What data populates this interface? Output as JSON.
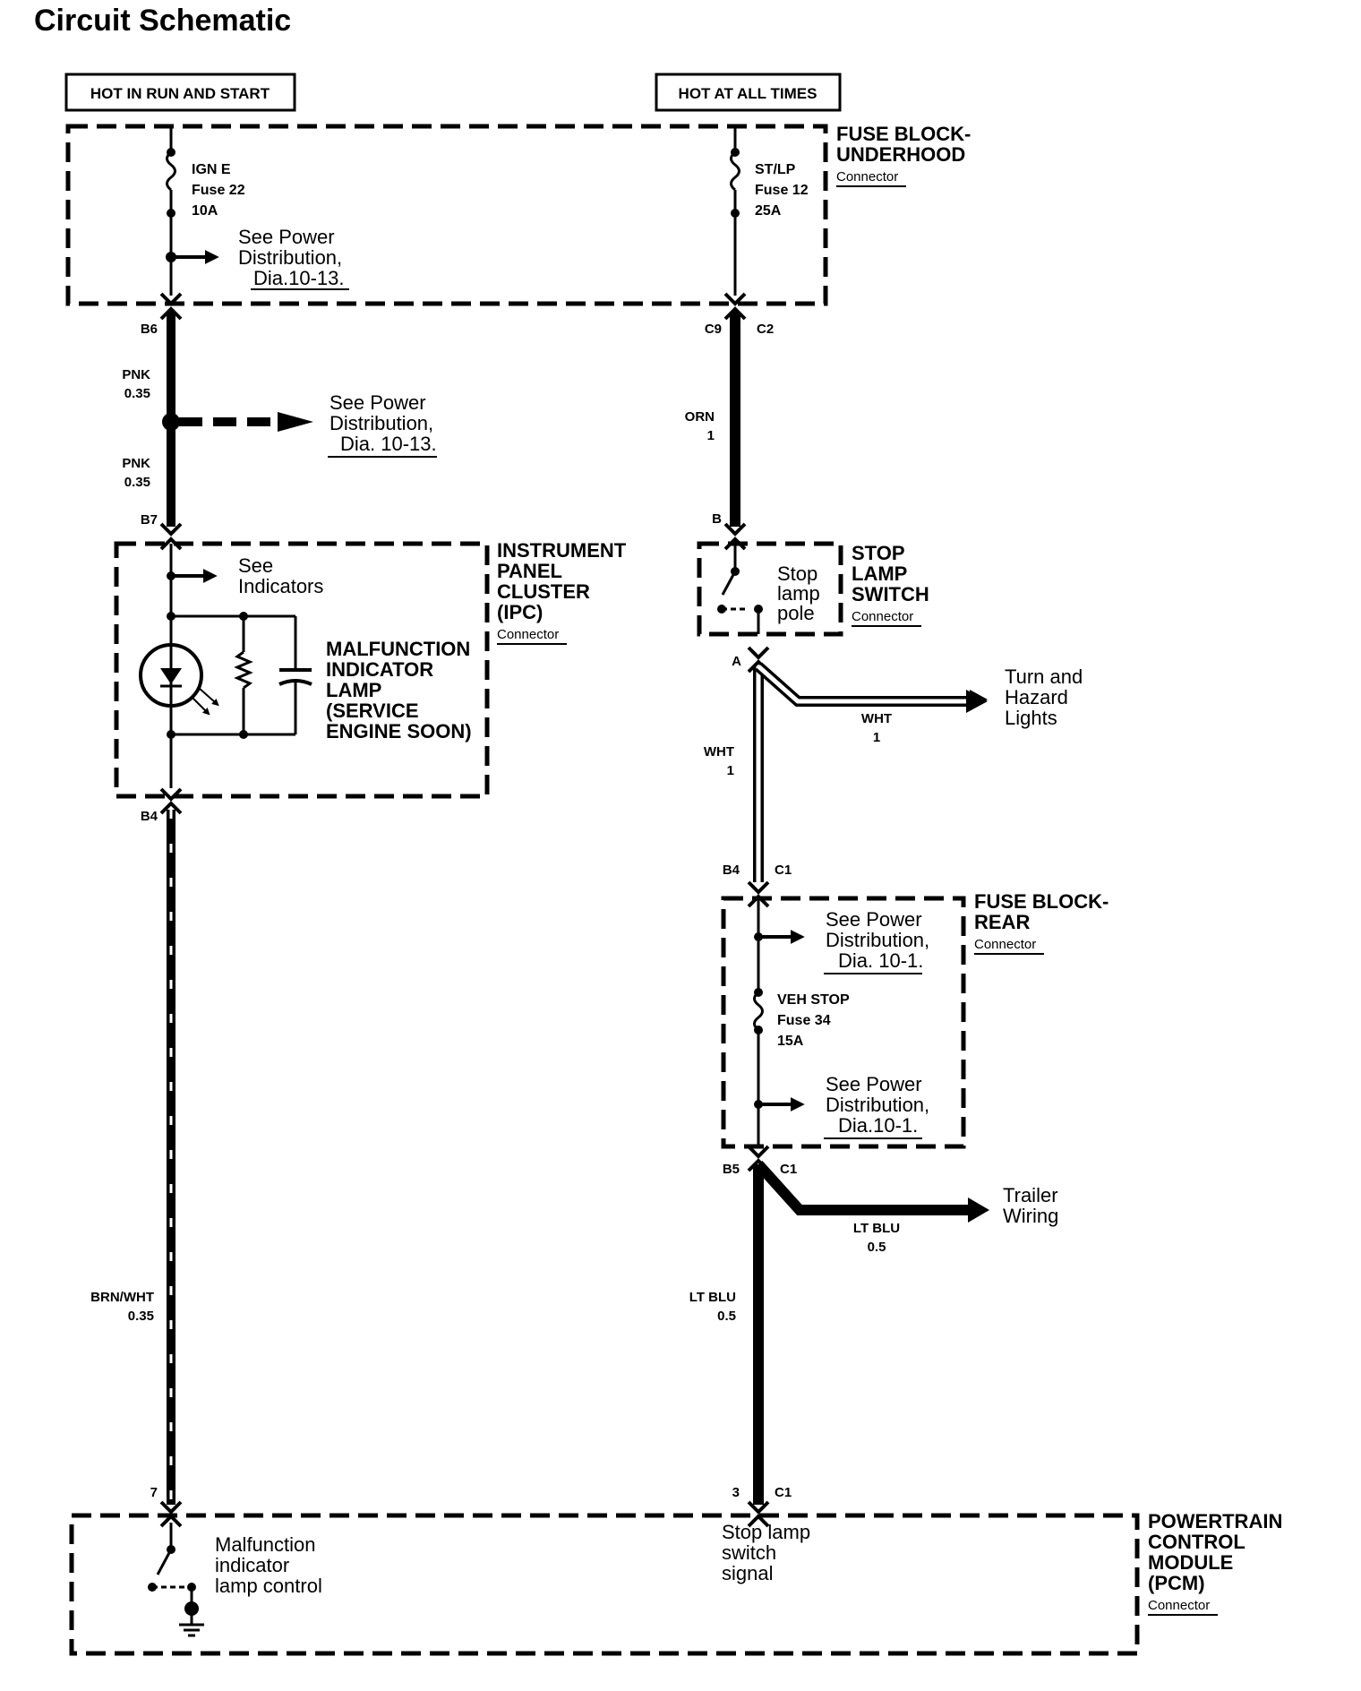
{
  "title": "Circuit Schematic",
  "headers": {
    "left": "HOT IN RUN AND START",
    "right": "HOT AT ALL TIMES"
  },
  "fuse_block_underhood": {
    "name_line1": "FUSE BLOCK-",
    "name_line2": "UNDERHOOD",
    "connector": "Connector",
    "fuse_left": {
      "name": "IGN E",
      "number": "Fuse 22",
      "rating": "10A"
    },
    "fuse_right": {
      "name": "ST/LP",
      "number": "Fuse 12",
      "rating": "25A"
    },
    "see_line1": "See Power",
    "see_line2": "Distribution,",
    "see_line3": "Dia.10-13."
  },
  "pins": {
    "b6": "B6",
    "c9": "C9",
    "c2": "C2",
    "b7": "B7",
    "b": "B",
    "a": "A",
    "b4_ipc": "B4",
    "b4_rear": "B4",
    "c1_rear": "C1",
    "b5": "B5",
    "c1_out": "C1",
    "pcm_7": "7",
    "pcm_3": "3",
    "pcm_c1": "C1"
  },
  "wires": {
    "pnk1": {
      "color": "PNK",
      "size": "0.35"
    },
    "pnk2": {
      "color": "PNK",
      "size": "0.35"
    },
    "orn": {
      "color": "ORN",
      "size": "1"
    },
    "wht_branch": {
      "color": "WHT",
      "size": "1"
    },
    "wht_main": {
      "color": "WHT",
      "size": "1"
    },
    "ltblu_branch": {
      "color": "LT BLU",
      "size": "0.5"
    },
    "ltblu_main": {
      "color": "LT BLU",
      "size": "0.5"
    },
    "brnwht": {
      "color": "BRN/WHT",
      "size": "0.35"
    }
  },
  "splice_note": {
    "line1": "See Power",
    "line2": "Distribution,",
    "line3": "Dia. 10-13."
  },
  "ipc": {
    "name_line1": "INSTRUMENT",
    "name_line2": "PANEL",
    "name_line3": "CLUSTER",
    "name_line4": "(IPC)",
    "connector": "Connector",
    "see_line1": "See",
    "see_line2": "Indicators",
    "lamp_line1": "MALFUNCTION",
    "lamp_line2": "INDICATOR",
    "lamp_line3": "LAMP",
    "lamp_line4": "(SERVICE",
    "lamp_line5": "ENGINE SOON)"
  },
  "stop_lamp_switch": {
    "name_line1": "STOP",
    "name_line2": "LAMP",
    "name_line3": "SWITCH",
    "connector": "Connector",
    "inner_line1": "Stop",
    "inner_line2": "lamp",
    "inner_line3": "pole"
  },
  "turn_hazard": {
    "line1": "Turn and",
    "line2": "Hazard",
    "line3": "Lights"
  },
  "fuse_block_rear": {
    "name_line1": "FUSE BLOCK-",
    "name_line2": "REAR",
    "connector": "Connector",
    "see1_line1": "See Power",
    "see1_line2": "Distribution,",
    "see1_line3": "Dia. 10-1.",
    "fuse_name": "VEH STOP",
    "fuse_number": "Fuse 34",
    "fuse_rating": "15A",
    "see2_line1": "See Power",
    "see2_line2": "Distribution,",
    "see2_line3": "Dia.10-1."
  },
  "trailer": {
    "line1": "Trailer",
    "line2": "Wiring"
  },
  "pcm": {
    "name_line1": "POWERTRAIN",
    "name_line2": "CONTROL",
    "name_line3": "MODULE",
    "name_line4": "(PCM)",
    "connector": "Connector",
    "mil_line1": "Malfunction",
    "mil_line2": "indicator",
    "mil_line3": "lamp control",
    "stop_line1": "Stop lamp",
    "stop_line2": "switch",
    "stop_line3": "signal"
  }
}
